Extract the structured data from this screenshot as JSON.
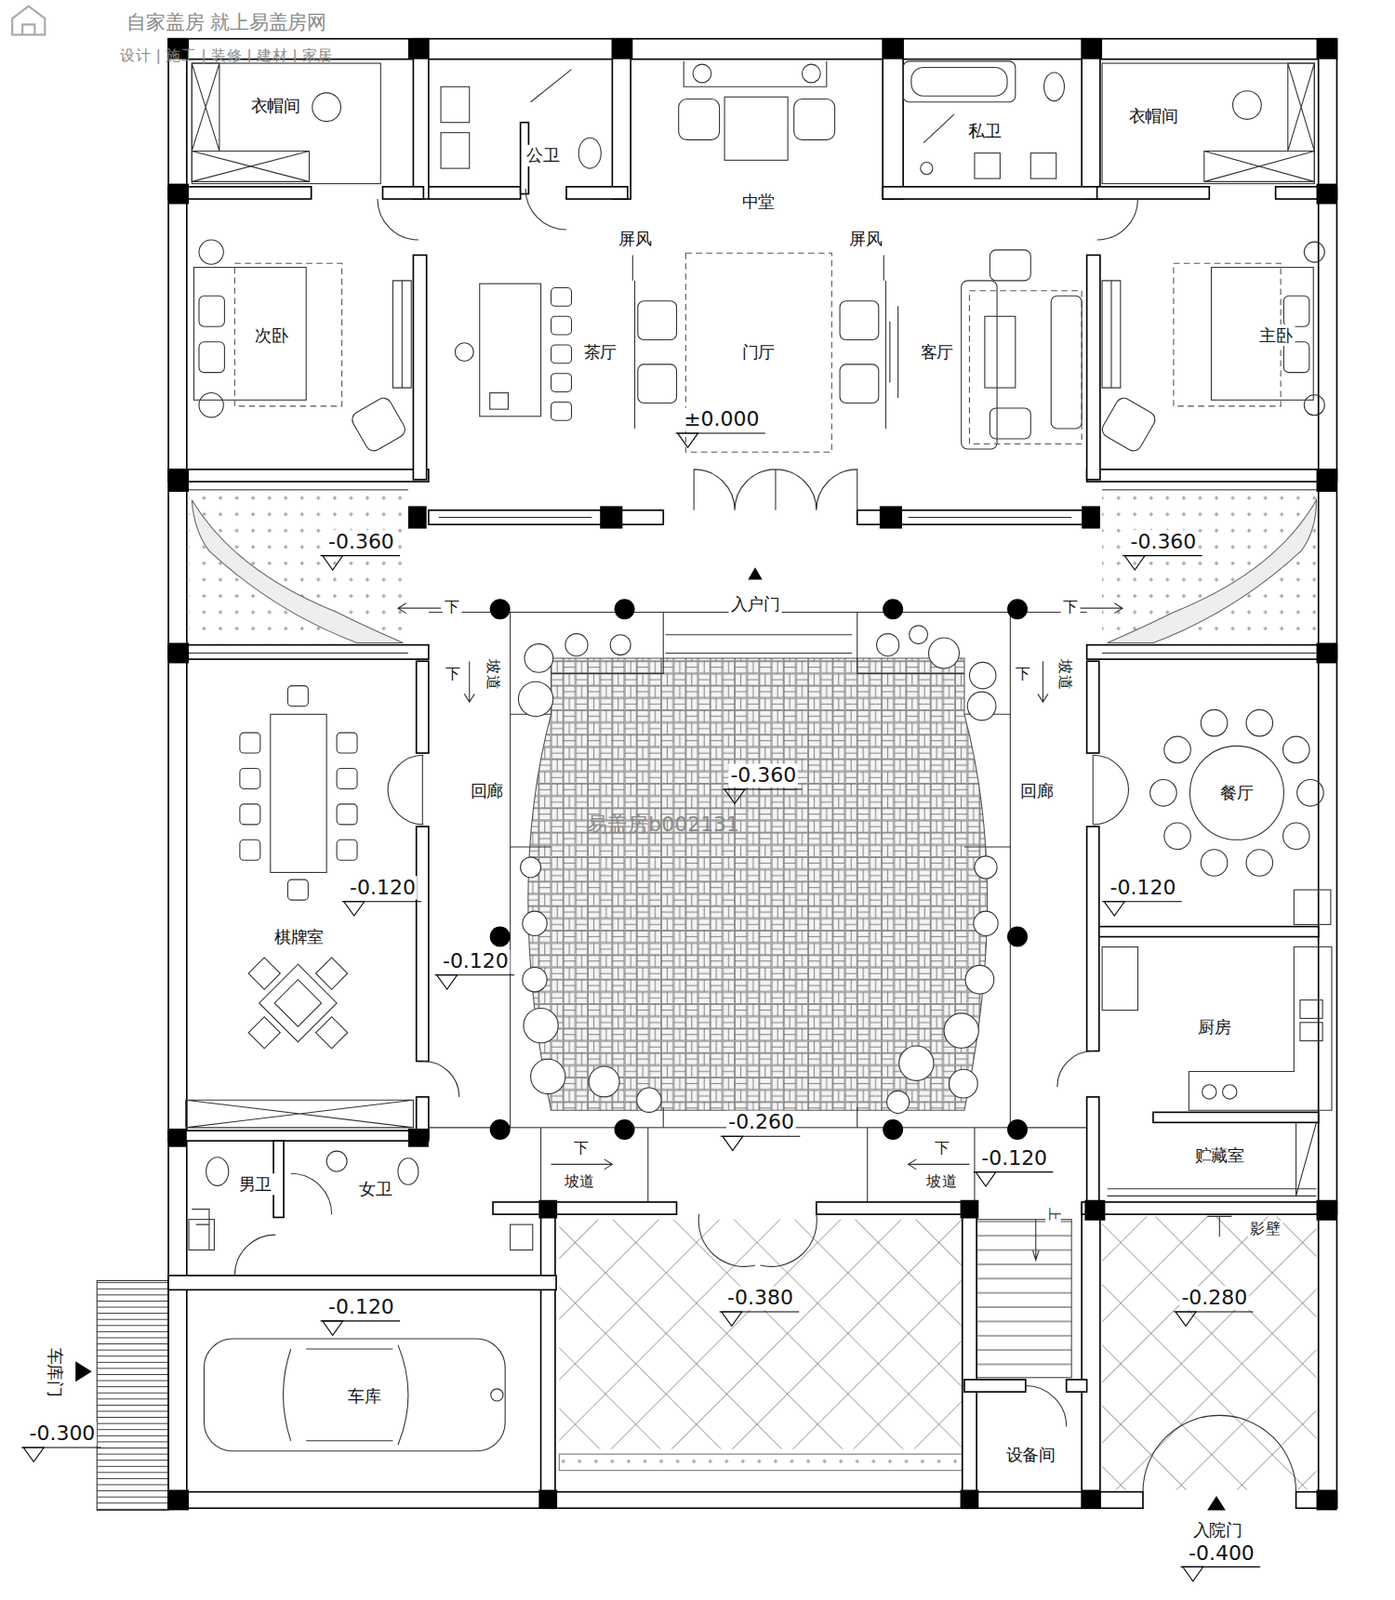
{
  "diagram": {
    "nodes": [
      {
        "text": [
          "衣帽间"
        ]
      },
      {
        "text": [
          "公卫"
        ]
      },
      {
        "text": [
          "私卫"
        ]
      },
      {
        "text": [
          "衣帽间"
        ]
      },
      {
        "text": [
          "中堂"
        ]
      },
      {
        "text": [
          "次卧"
        ]
      },
      {
        "text": [
          "茶厅"
        ]
      },
      {
        "text": [
          "门厅"
        ]
      },
      {
        "text": [
          "客厅"
        ]
      },
      {
        "text": [
          "主卧"
        ]
      },
      {
        "text": [
          "回廊"
        ]
      },
      {
        "text": [
          "回廊"
        ]
      },
      {
        "text": [
          "餐厅"
        ]
      },
      {
        "text": [
          "棋牌室"
        ]
      },
      {
        "text": [
          "厨房"
        ]
      },
      {
        "text": [
          "贮藏室"
        ]
      },
      {
        "text": [
          "男卫"
        ]
      },
      {
        "text": [
          "女卫"
        ]
      },
      {
        "text": [
          "车库"
        ]
      },
      {
        "text": [
          "设备间"
        ]
      }
    ],
    "labels": [
      "自家盖房 就上易盖房网",
      "设计 | 施工 | 装修 | 建材 | 家居",
      "屏风",
      "屏风",
      "±0.000",
      "入户门",
      "-0.360",
      "-0.360",
      "下",
      "下",
      "下",
      "坡道",
      "下",
      "坡道",
      "-0.360",
      "易盖房b002131",
      "-0.120",
      "-0.120",
      "-0.120",
      "-0.260",
      "下",
      "坡道",
      "下",
      "坡道",
      "-0.120",
      "上",
      "影壁",
      "-0.120",
      "-0.380",
      "-0.280",
      "车库门",
      "-0.300",
      "入院门",
      "-0.400"
    ]
  }
}
